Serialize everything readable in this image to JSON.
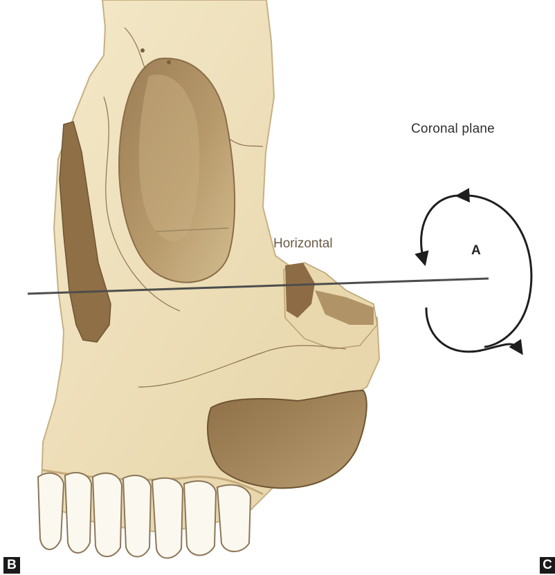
{
  "labels": {
    "coronal_plane": "Coronal plane",
    "horizontal": "Horizontal",
    "rotation": "A",
    "panel_b": "B",
    "panel_c": "C"
  },
  "colors": {
    "bone": "#efe2bf",
    "bone_shadow": "#c9b285",
    "cavity": "#a88a60",
    "cavity_dark": "#7f6340",
    "suture": "#8a7350",
    "plane_line": "#4d4d4d",
    "arrow": "#1e1e1e",
    "teeth": "#fbf8f0"
  },
  "icons": {
    "rotation_arrow": "circular-rotation-arrow-icon"
  }
}
